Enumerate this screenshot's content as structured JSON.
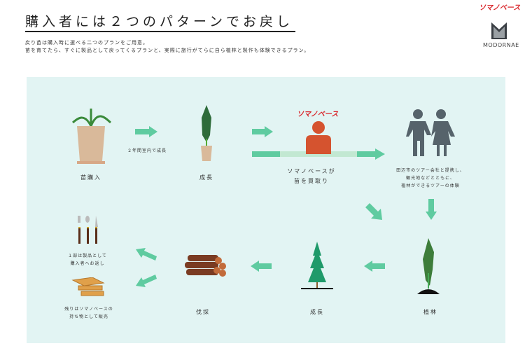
{
  "header": {
    "title": "購入者には２つのパターンでお戻し",
    "desc_lines": [
      "戻り苗は購入時に選べる二つのプランをご用意。",
      "苗を育てたら、すぐに製品として戻ってくるプランと、実際に旅行がてらに自ら植林と製作も体験できるプラン。"
    ],
    "brand_logo": "ソマノベース",
    "partner_logo": "MODORNAE"
  },
  "flow": {
    "buy_label": "苗購入",
    "step1_note": "２年間室内で成長",
    "grow_label": "成長",
    "soma_logo": "ソマノベース",
    "soma_label_lines": [
      "ソマノベースが",
      "苗を買取り"
    ],
    "tour_lines": [
      "田辺市のツアー会社と提携し、",
      "観光地などとともに、",
      "植林ができるツアーの体験"
    ],
    "plant_label": "植林",
    "grow2_label": "成長",
    "cut_label": "伐採",
    "product_lines": [
      "１部は製品として",
      "購入者へお返し"
    ],
    "sell_lines": [
      "残りはソマノベースの",
      "持ち物として販売"
    ]
  },
  "colors": {
    "arrow": "#5fcba0",
    "panel": "#e2f4f3",
    "brand": "#d9262b",
    "person": "#d5532f",
    "couple": "#56636b"
  }
}
